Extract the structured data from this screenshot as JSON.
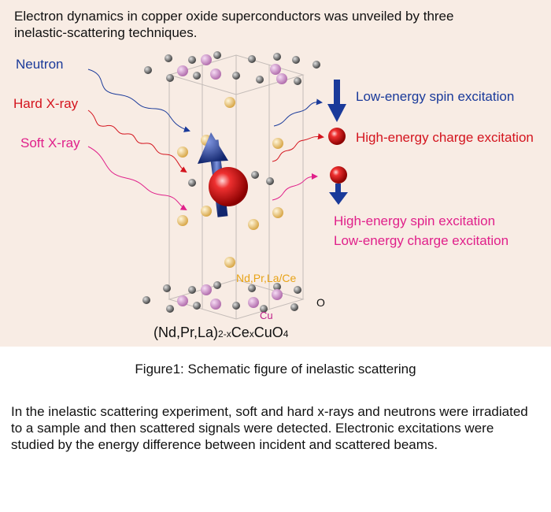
{
  "headline": "Electron dynamics in copper oxide superconductors was unveiled by three inelastic-scattering techniques.",
  "beams": {
    "neutron": {
      "label": "Neutron",
      "color": "#1a3a9a"
    },
    "hard_xray": {
      "label": "Hard X-ray",
      "color": "#d4141e"
    },
    "soft_xray": {
      "label": "Soft X-ray",
      "color": "#e0208a"
    }
  },
  "excitations": {
    "low_spin": {
      "label": "Low-energy spin excitation",
      "color": "#1a3a9a"
    },
    "high_charge": {
      "label": "High-energy charge excitation",
      "color": "#d4141e"
    },
    "high_spin": {
      "label": "High-energy spin excitation",
      "color": "#e0208a"
    },
    "low_charge": {
      "label": "Low-energy charge excitation",
      "color": "#e0208a"
    }
  },
  "atoms": {
    "rare_earth": {
      "label": "Nd,Pr,La/Ce",
      "color": "#e8a317"
    },
    "copper": {
      "label": "Cu",
      "color": "#c0208a"
    },
    "oxygen": {
      "label": "O",
      "color": "#111111"
    }
  },
  "formula": {
    "part1": "(Nd,Pr,La)",
    "sub1": "2-x",
    "part2": "Ce",
    "sub2": "x",
    "part3": "CuO",
    "sub3": "4"
  },
  "caption": "Figure1: Schematic figure of inelastic scattering",
  "description": "In the inelastic scattering experiment, soft and hard x-rays and neutrons were irradiated to a sample and then scattered signals were detected. Electronic excitations were studied by the energy difference between incident and scattered beams."
}
